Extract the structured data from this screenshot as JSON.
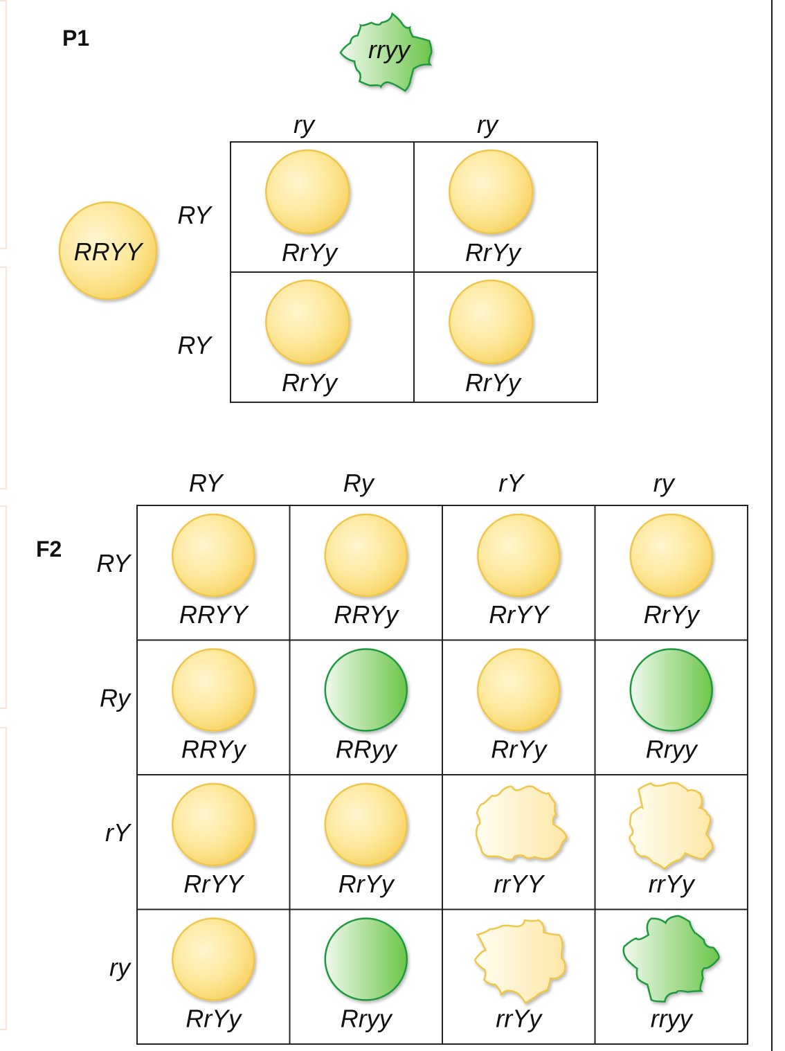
{
  "colors": {
    "yellow_light": "#fff6cf",
    "yellow_dark": "#f6d05a",
    "yellow_edge": "#f0c64a",
    "green_light": "#f1f9ee",
    "green_dark": "#6cc54a",
    "green_edge": "#1f9a3e",
    "grid": "#222222"
  },
  "p1": {
    "title": "P1",
    "parent_top": {
      "label": "rryy",
      "shape": "wrinkled",
      "color": "green"
    },
    "parent_left": {
      "label": "RRYY",
      "shape": "round",
      "color": "yellow"
    },
    "col_headers": [
      "ry",
      "ry"
    ],
    "row_headers": [
      "RY",
      "RY"
    ],
    "cells": [
      [
        {
          "label": "RrYy",
          "shape": "round",
          "color": "yellow"
        },
        {
          "label": "RrYy",
          "shape": "round",
          "color": "yellow"
        }
      ],
      [
        {
          "label": "RrYy",
          "shape": "round",
          "color": "yellow"
        },
        {
          "label": "RrYy",
          "shape": "round",
          "color": "yellow"
        }
      ]
    ]
  },
  "f2": {
    "title": "F2",
    "col_headers": [
      "RY",
      "Ry",
      "rY",
      "ry"
    ],
    "row_headers": [
      "RY",
      "Ry",
      "rY",
      "ry"
    ],
    "cells": [
      [
        {
          "label": "RRYY",
          "shape": "round",
          "color": "yellow"
        },
        {
          "label": "RRYy",
          "shape": "round",
          "color": "yellow"
        },
        {
          "label": "RrYY",
          "shape": "round",
          "color": "yellow"
        },
        {
          "label": "RrYy",
          "shape": "round",
          "color": "yellow"
        }
      ],
      [
        {
          "label": "RRYy",
          "shape": "round",
          "color": "yellow"
        },
        {
          "label": "RRyy",
          "shape": "round",
          "color": "green"
        },
        {
          "label": "RrYy",
          "shape": "round",
          "color": "yellow"
        },
        {
          "label": "Rryy",
          "shape": "round",
          "color": "green"
        }
      ],
      [
        {
          "label": "RrYY",
          "shape": "round",
          "color": "yellow"
        },
        {
          "label": "RrYy",
          "shape": "round",
          "color": "yellow"
        },
        {
          "label": "rrYY",
          "shape": "wrinkled",
          "color": "yellow"
        },
        {
          "label": "rrYy",
          "shape": "wrinkled",
          "color": "yellow"
        }
      ],
      [
        {
          "label": "RrYy",
          "shape": "round",
          "color": "yellow"
        },
        {
          "label": "Rryy",
          "shape": "round",
          "color": "green"
        },
        {
          "label": "rrYy",
          "shape": "wrinkled",
          "color": "yellow"
        },
        {
          "label": "rryy",
          "shape": "wrinkled",
          "color": "green"
        }
      ]
    ]
  }
}
